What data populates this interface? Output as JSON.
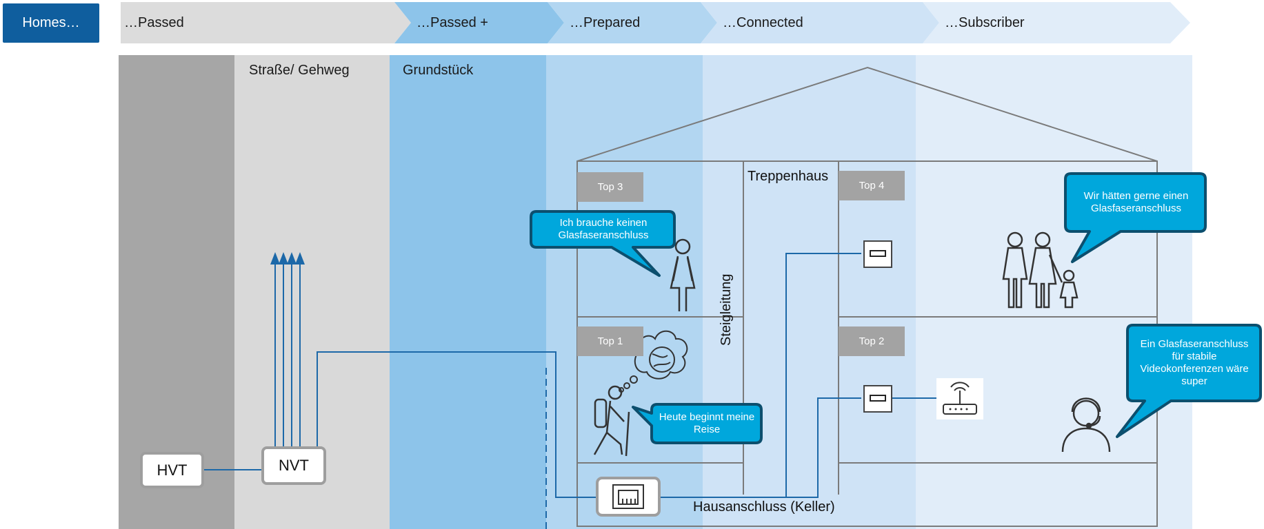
{
  "header": {
    "homes_label": "Homes…",
    "stages": [
      "…Passed",
      "…Passed +",
      "…Prepared",
      "…Connected",
      "…Subscriber"
    ]
  },
  "zones": {
    "street": "Straße/ Gehweg",
    "property": "Grundstück"
  },
  "nodes": {
    "hvt": "HVT",
    "nvt": "NVT"
  },
  "house": {
    "stairwell": "Treppenhaus",
    "riser": "Steigleitung",
    "basement": "Hausanschluss (Keller)",
    "units": [
      "Top 3",
      "Top 4",
      "Top 1",
      "Top 2"
    ]
  },
  "bubbles": {
    "no_fiber": "Ich brauche keinen Glasfaseranschluss",
    "journey": "Heute beginnt meine Reise",
    "family": "Wir hätten gerne einen Glasfaseranschluss",
    "video": "Ein Glasfaseranschluss für stabile Videokonferenzen wäre super"
  },
  "colors": {
    "brand_blue": "#0f5e9e",
    "bubble_cyan": "#00a7dc",
    "bubble_border": "#0c4f6e",
    "line_blue": "#1c68a8"
  }
}
